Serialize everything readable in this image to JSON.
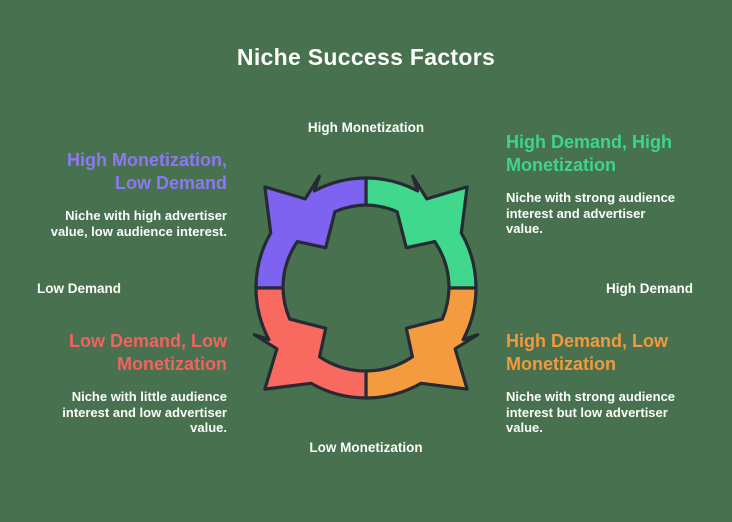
{
  "title": "Niche Success Factors",
  "colors": {
    "background": "#48714f",
    "outline": "#252a33",
    "text": "#fbfdfb",
    "arc": {
      "purple": "#7d63f0",
      "green": "#40d88c",
      "red": "#f8695f",
      "orange": "#f59b3f"
    }
  },
  "axis_labels": {
    "top": "High Monetization",
    "bottom": "Low Monetization",
    "left": "Low Demand",
    "right": "High Demand"
  },
  "quadrants": {
    "top_left": {
      "heading": "High Monetization,\nLow Demand",
      "heading_color": "#8b79f3",
      "body": "Niche with high advertiser\nvalue, low audience interest."
    },
    "top_right": {
      "heading": "High Demand, High\nMonetization",
      "heading_color": "#3ed48c",
      "body": "Niche with strong audience\ninterest and advertiser\nvalue."
    },
    "bottom_left": {
      "heading": "Low Demand, Low\nMonetization",
      "heading_color": "#f5615e",
      "body": "Niche with little audience\ninterest and low advertiser\nvalue."
    },
    "bottom_right": {
      "heading": "High Demand, Low\nMonetization",
      "heading_color": "#f09a3b",
      "body": "Niche with strong audience\ninterest but low advertiser\nvalue."
    }
  }
}
